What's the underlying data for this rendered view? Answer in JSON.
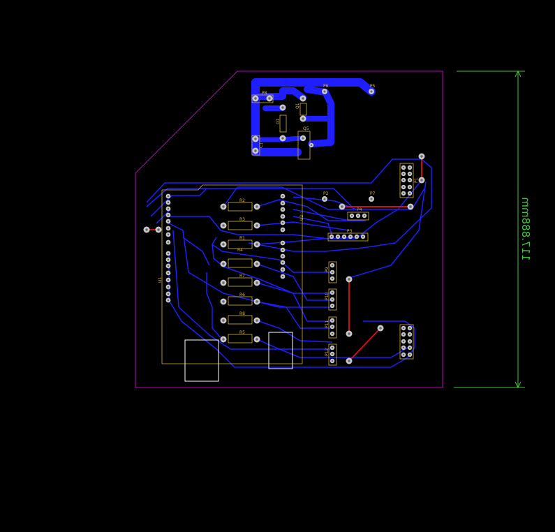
{
  "colors": {
    "background": "#000000",
    "board_outline": "#c000c0",
    "front_copper": "#1e1eff",
    "back_copper": "#e01010",
    "silkscreen": "#d4b437",
    "courtyard": "#ffffff",
    "dimension": "#44c43c",
    "pad": "#c8c8c8",
    "hole": "#666666"
  },
  "dimension_label": "117.888mm",
  "labels": {
    "R2": "R2",
    "R3": "R3",
    "R1": "R1",
    "R4": "R4",
    "R7": "R7",
    "R6": "R6",
    "R8": "R8",
    "R5": "R5",
    "P8": "P8",
    "P6": "P6",
    "P5": "P5",
    "P2": "P2",
    "P7": "P7",
    "P4": "P4",
    "P3": "P3",
    "P1": "P1",
    "P9": "P9",
    "P10": "P10",
    "P11": "P11",
    "P12": "P12",
    "Q1": "Q1",
    "Q5": "Q5",
    "D1": "D1",
    "C1": "C1",
    "U1": "U1",
    "U2": "U2"
  }
}
